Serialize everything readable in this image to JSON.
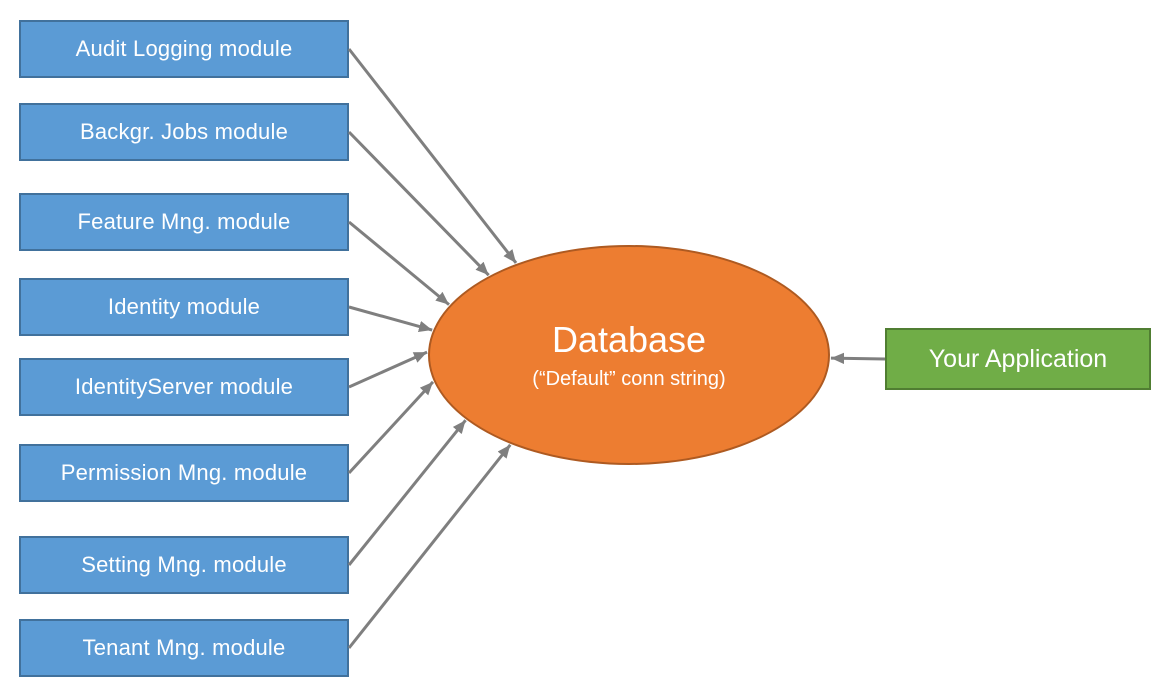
{
  "diagram": {
    "modules": [
      {
        "label": "Audit Logging module"
      },
      {
        "label": "Backgr. Jobs module"
      },
      {
        "label": "Feature Mng. module"
      },
      {
        "label": "Identity module"
      },
      {
        "label": "IdentityServer module"
      },
      {
        "label": "Permission Mng. module"
      },
      {
        "label": "Setting Mng. module"
      },
      {
        "label": "Tenant Mng. module"
      }
    ],
    "database": {
      "title": "Database",
      "subtitle": "(“Default” conn string)"
    },
    "application": {
      "label": "Your Application"
    },
    "colors": {
      "module_fill": "#5B9BD5",
      "module_border": "#41719C",
      "database_fill": "#ED7D31",
      "database_border": "#AE5A21",
      "app_fill": "#70AD47",
      "app_border": "#507E32",
      "arrow": "#7F7F7F"
    }
  }
}
